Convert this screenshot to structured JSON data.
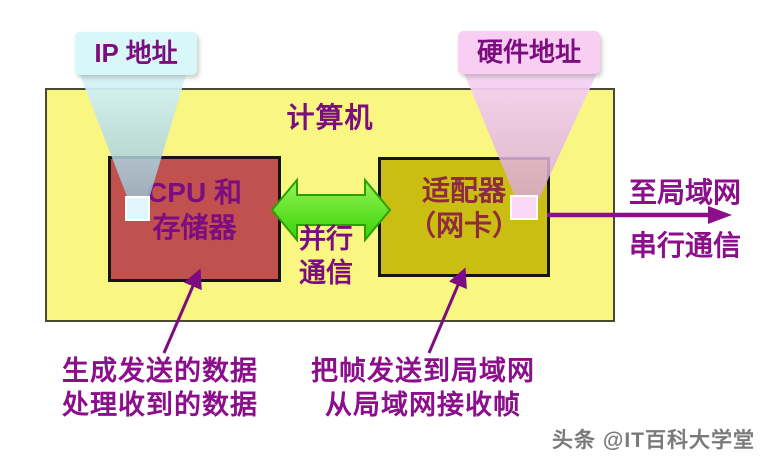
{
  "colors": {
    "background": "#FFFFFF",
    "computer_box_fill": "#F9F681",
    "computer_box_border": "#4A4A30",
    "cpu_box_fill": "#C1514E",
    "adapter_box_fill": "#C9BE11",
    "box_border": "#151515",
    "green_arrow_border": "#2E9E07",
    "purple_text": "#7B0D7E",
    "adapter_text": "#8E2C3E",
    "magenta": "#8B0F8B",
    "ip_label_fill": "#D8F7F9",
    "hardware_label_fill": "#F8CFF2",
    "watermark_color": "#7A7A7A"
  },
  "diagram": {
    "computer_label": "计算机",
    "ip_label": "IP 地址",
    "hardware_label": "硬件地址",
    "cpu_box": {
      "line1": "CPU 和",
      "line2": "存储器"
    },
    "adapter_box": {
      "line1": "适配器",
      "line2": "（网卡）"
    },
    "parallel_comm": {
      "line1": "并行",
      "line2": "通信"
    },
    "to_lan": "至局域网",
    "serial_comm": "串行通信",
    "cpu_caption": {
      "line1": "生成发送的数据",
      "line2": "处理收到的数据"
    },
    "adapter_caption": {
      "line1": "把帧发送到局域网",
      "line2": "从局域网接收帧"
    },
    "watermark": "头条 @IT百科大学堂"
  }
}
